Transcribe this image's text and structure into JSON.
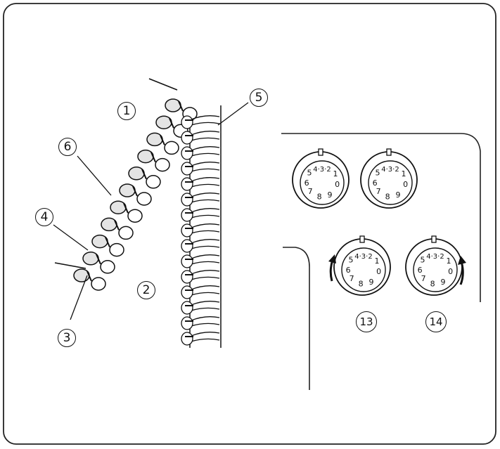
{
  "callouts": {
    "c1": "1",
    "c2": "2",
    "c3": "3",
    "c4": "4",
    "c5": "5",
    "c6": "6",
    "c13": "13",
    "c14": "14"
  },
  "dials": [
    {
      "id": "dial-top-left",
      "numbers": [
        "4·3·2",
        "1",
        "0",
        "9",
        "8",
        "7",
        "6",
        "5"
      ]
    },
    {
      "id": "dial-top-right",
      "numbers": [
        "4·3·2",
        "1",
        "0",
        "9",
        "8",
        "7",
        "6",
        "5"
      ]
    },
    {
      "id": "dial-13",
      "numbers": [
        "4·3·2",
        "1",
        "0",
        "9",
        "8",
        "7",
        "6",
        "5"
      ]
    },
    {
      "id": "dial-14",
      "numbers": [
        "4·3·2",
        "1",
        "0",
        "9",
        "8",
        "7",
        "6",
        "5"
      ]
    }
  ],
  "colors": {
    "line": "#111111",
    "fill": "#ffffff",
    "shade": "#cfcfcf"
  }
}
